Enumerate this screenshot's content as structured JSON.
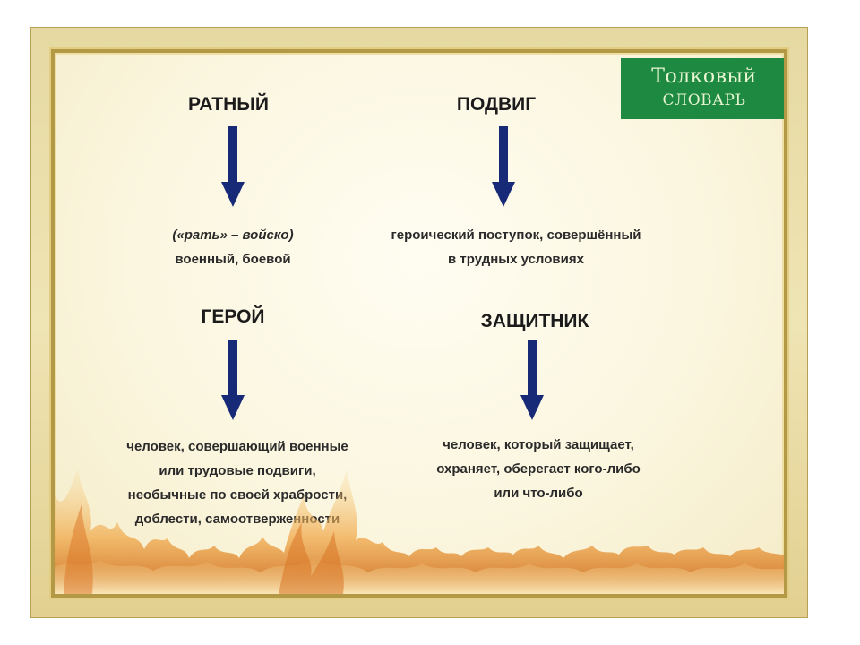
{
  "dictionary_tag": {
    "line1": "Толковый",
    "line2": "словарь"
  },
  "entries": [
    {
      "term": "РАТНЫЙ",
      "definition_lines": [
        "(«рать» – войско)",
        "военный, боевой"
      ]
    },
    {
      "term": "ПОДВИГ",
      "definition_lines": [
        "героический поступок, совершённый",
        "в трудных условиях"
      ]
    },
    {
      "term": "ГЕРОЙ",
      "definition_lines": [
        "человек, совершающий военные",
        "или трудовые подвиги,",
        "необычные по своей храбрости,",
        "доблести, самоотверженности"
      ]
    },
    {
      "term": "ЗАЩИТНИК",
      "definition_lines": [
        "человек, который  защищает,",
        "охраняет, оберегает кого-либо",
        "или что-либо"
      ]
    }
  ],
  "colors": {
    "arrow": "#172a78",
    "tag_background": "#1e8a41",
    "frame": "#b39845",
    "flame": "#e0862a"
  }
}
